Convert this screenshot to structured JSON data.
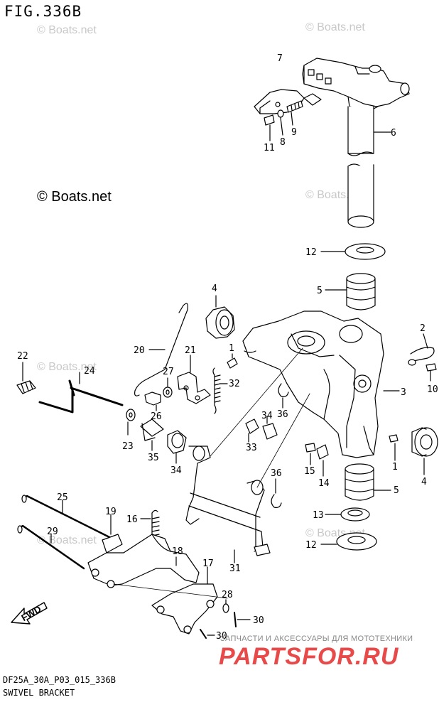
{
  "figure": {
    "title": "FIG.336B",
    "model_code": "DF25A_30A_P03_015_336B",
    "caption": "SWIVEL BRACKET"
  },
  "watermarks": {
    "small": "© Boats.net",
    "large": "© Boats.net"
  },
  "promo": {
    "text": "ЗАПЧАСТИ И АКСЕССУАРЫ ДЛЯ МОТОТЕХНИКИ",
    "brand": "PARTSFOR.RU",
    "brand_color": "#e84a4a"
  },
  "fwd_arrow": {
    "label": "FWD"
  },
  "callouts": [
    {
      "id": "c7",
      "text": "7"
    },
    {
      "id": "c6",
      "text": "6"
    },
    {
      "id": "c11",
      "text": "11"
    },
    {
      "id": "c8",
      "text": "8"
    },
    {
      "id": "c9",
      "text": "9"
    },
    {
      "id": "c12a",
      "text": "12"
    },
    {
      "id": "c5a",
      "text": "5"
    },
    {
      "id": "c4a",
      "text": "4"
    },
    {
      "id": "c2",
      "text": "2"
    },
    {
      "id": "c10",
      "text": "10"
    },
    {
      "id": "c1a",
      "text": "1"
    },
    {
      "id": "c20",
      "text": "20"
    },
    {
      "id": "c21",
      "text": "21"
    },
    {
      "id": "c22",
      "text": "22"
    },
    {
      "id": "c24",
      "text": "24"
    },
    {
      "id": "c27",
      "text": "27"
    },
    {
      "id": "c32",
      "text": "32"
    },
    {
      "id": "c3",
      "text": "3"
    },
    {
      "id": "c36a",
      "text": "36"
    },
    {
      "id": "c26",
      "text": "26"
    },
    {
      "id": "c34a",
      "text": "34"
    },
    {
      "id": "c33",
      "text": "33"
    },
    {
      "id": "c23",
      "text": "23"
    },
    {
      "id": "c35",
      "text": "35"
    },
    {
      "id": "c34b",
      "text": "34"
    },
    {
      "id": "c1b",
      "text": "1"
    },
    {
      "id": "c4b",
      "text": "4"
    },
    {
      "id": "c15",
      "text": "15"
    },
    {
      "id": "c14",
      "text": "14"
    },
    {
      "id": "c36b",
      "text": "36"
    },
    {
      "id": "c5b",
      "text": "5"
    },
    {
      "id": "c25",
      "text": "25"
    },
    {
      "id": "c19",
      "text": "19"
    },
    {
      "id": "c16",
      "text": "16"
    },
    {
      "id": "c13",
      "text": "13"
    },
    {
      "id": "c29",
      "text": "29"
    },
    {
      "id": "c12b",
      "text": "12"
    },
    {
      "id": "c18",
      "text": "18"
    },
    {
      "id": "c31",
      "text": "31"
    },
    {
      "id": "c17",
      "text": "17"
    },
    {
      "id": "c28",
      "text": "28"
    },
    {
      "id": "c30a",
      "text": "30"
    },
    {
      "id": "c30b",
      "text": "30"
    }
  ]
}
